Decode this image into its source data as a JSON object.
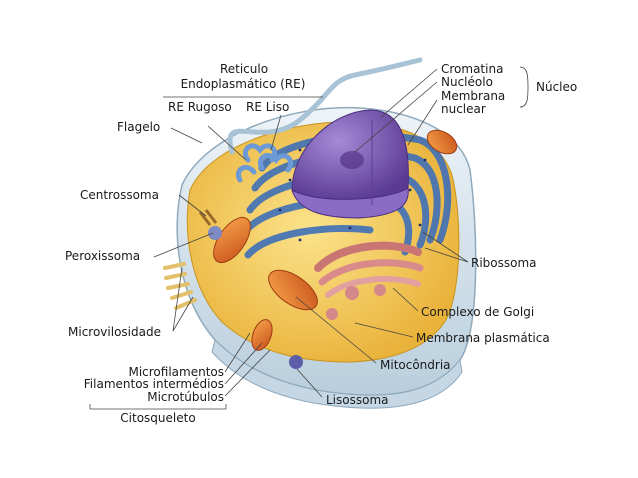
{
  "labels": {
    "reticulo_line1": "Reticulo",
    "reticulo_line2": "Endoplasmático (RE)",
    "re_rugoso": "RE Rugoso",
    "re_liso": "RE Liso",
    "flagelo": "Flagelo",
    "centrossoma": "Centrossoma",
    "peroxissoma": "Peroxissoma",
    "microvilosidade": "Microvilosidade",
    "microfilamentos": "Microfilamentos",
    "filamentos_intermedios": "Filamentos intermédios",
    "microtubulos": "Microtúbulos",
    "citosqueleto": "Citosqueleto",
    "lisossoma": "Lisossoma",
    "mitocondria": "Mitocôndria",
    "membrana_plasmatica": "Membrana plasmática",
    "complexo_golgi": "Complexo de Golgi",
    "ribossoma": "Ribossoma",
    "cromatina": "Cromatina",
    "nucleolo": "Nucléolo",
    "membrana_nuclear_1": "Membrana",
    "membrana_nuclear_2": "nuclear",
    "nucleo": "Núcleo"
  },
  "colors": {
    "cell_outer": "#d8e6ef",
    "cytoplasm": "#f4c64e",
    "er": "#4a7fc4",
    "nucleus": "#7c55b3",
    "golgi": "#d98a8a",
    "mitochondria": "#e8762a",
    "label_line": "#444444"
  }
}
